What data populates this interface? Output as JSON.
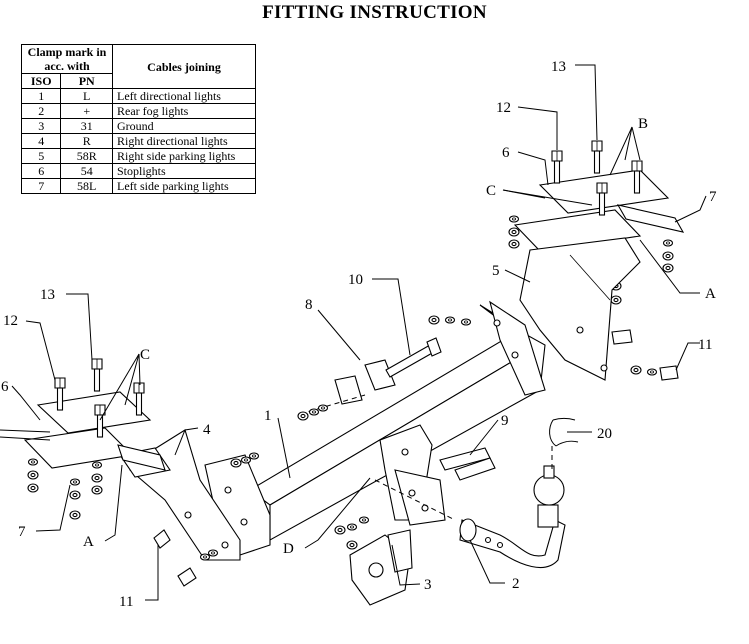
{
  "title": "FITTING INSTRUCTION",
  "table": {
    "header_clamp": "Clamp mark in acc. with",
    "header_cables": "Cables joining",
    "header_iso": "ISO",
    "header_pn": "PN",
    "rows": [
      {
        "iso": "1",
        "pn": "L",
        "cable": "Left directional lights"
      },
      {
        "iso": "2",
        "pn": "+",
        "cable": "Rear fog lights"
      },
      {
        "iso": "3",
        "pn": "31",
        "cable": "Ground"
      },
      {
        "iso": "4",
        "pn": "R",
        "cable": "Right directional lights"
      },
      {
        "iso": "5",
        "pn": "58R",
        "cable": "Right side parking lights"
      },
      {
        "iso": "6",
        "pn": "54",
        "cable": "Stoplights"
      },
      {
        "iso": "7",
        "pn": "58L",
        "cable": "Left side parking lights"
      }
    ]
  },
  "callouts": {
    "n13_right": "13",
    "n12_right": "12",
    "B": "B",
    "n6_right": "6",
    "C_right": "C",
    "n7_right": "7",
    "n5": "5",
    "A_right": "A",
    "n10": "10",
    "n8": "8",
    "n11_right": "11",
    "n13_left": "13",
    "n12_left": "12",
    "C_left": "C",
    "n6_left": "6",
    "n1": "1",
    "n4": "4",
    "n9": "9",
    "n20": "20",
    "n7_left": "7",
    "A_left": "A",
    "D": "D",
    "n3": "3",
    "n2": "2",
    "n11_left": "11"
  }
}
